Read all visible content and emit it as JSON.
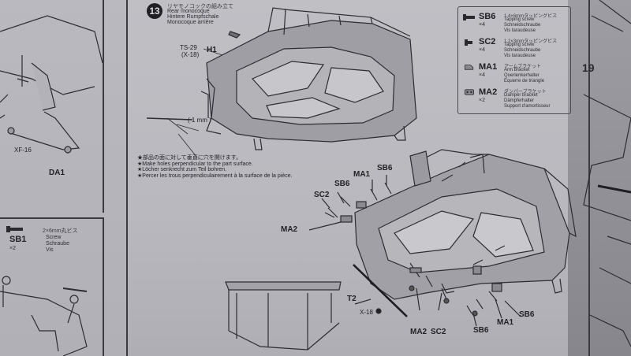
{
  "step": {
    "number": "13",
    "title_ja": "リヤモノコックの組み立て",
    "title_en": "Rear monocoque",
    "title_de": "Hintere Rumpfschale",
    "title_fr": "Monocoque arrière"
  },
  "legend": [
    {
      "code": "SB6",
      "qty": "×4",
      "desc_ja": "1.4×6mmタッピングビス",
      "desc": [
        "Tapping screw",
        "Schneidschraube",
        "Vis taraudeuse"
      ],
      "icon": "screw-icon"
    },
    {
      "code": "SC2",
      "qty": "×4",
      "desc_ja": "1.2×3mmタッピングビス",
      "desc": [
        "Tapping screw",
        "Schneidschraube",
        "Vis taraudeuse"
      ],
      "icon": "small-screw-icon"
    },
    {
      "code": "MA1",
      "qty": "×4",
      "desc_ja": "アームブラケット",
      "desc": [
        "Arm bracket",
        "Querlenkerhalter",
        "Equerre de triangle"
      ],
      "icon": "arm-bracket-icon"
    },
    {
      "code": "MA2",
      "qty": "×2",
      "desc_ja": "ダンパーブラケット",
      "desc": [
        "Damper bracket",
        "Dämpferhalter",
        "Support d'amortisseur"
      ],
      "icon": "damper-bracket-icon"
    }
  ],
  "part_labels": {
    "ts": "TS-29",
    "ts_sub": "(X-18)",
    "h1": "H1",
    "mm": "( 1 mm )",
    "ma1_a": "MA1",
    "sb6_a": "SB6",
    "sb6_b": "SB6",
    "sc2_a": "SC2",
    "ma2_a": "MA2",
    "t2": "T2",
    "x18": "X-18",
    "ma2_b": "MA2",
    "sc2_b": "SC2",
    "sb6_c": "SB6",
    "ma1_b": "MA1",
    "sb6_d": "SB6",
    "xf16": "XF-16",
    "da1": "DA1",
    "page_number": "19"
  },
  "notes": [
    "★部品の面に対して垂直に穴を開けます。",
    "★Make holes perpendicular to the part surface.",
    "★Löcher senkrecht zum Teil bohren.",
    "★Percer les trous perpendiculairement à la surface de la pièce."
  ],
  "sb1": {
    "code": "SB1",
    "qty": "×2",
    "desc_ja": "2×6mm丸ビス",
    "desc": [
      "Screw",
      "Schraube",
      "Vis"
    ]
  }
}
